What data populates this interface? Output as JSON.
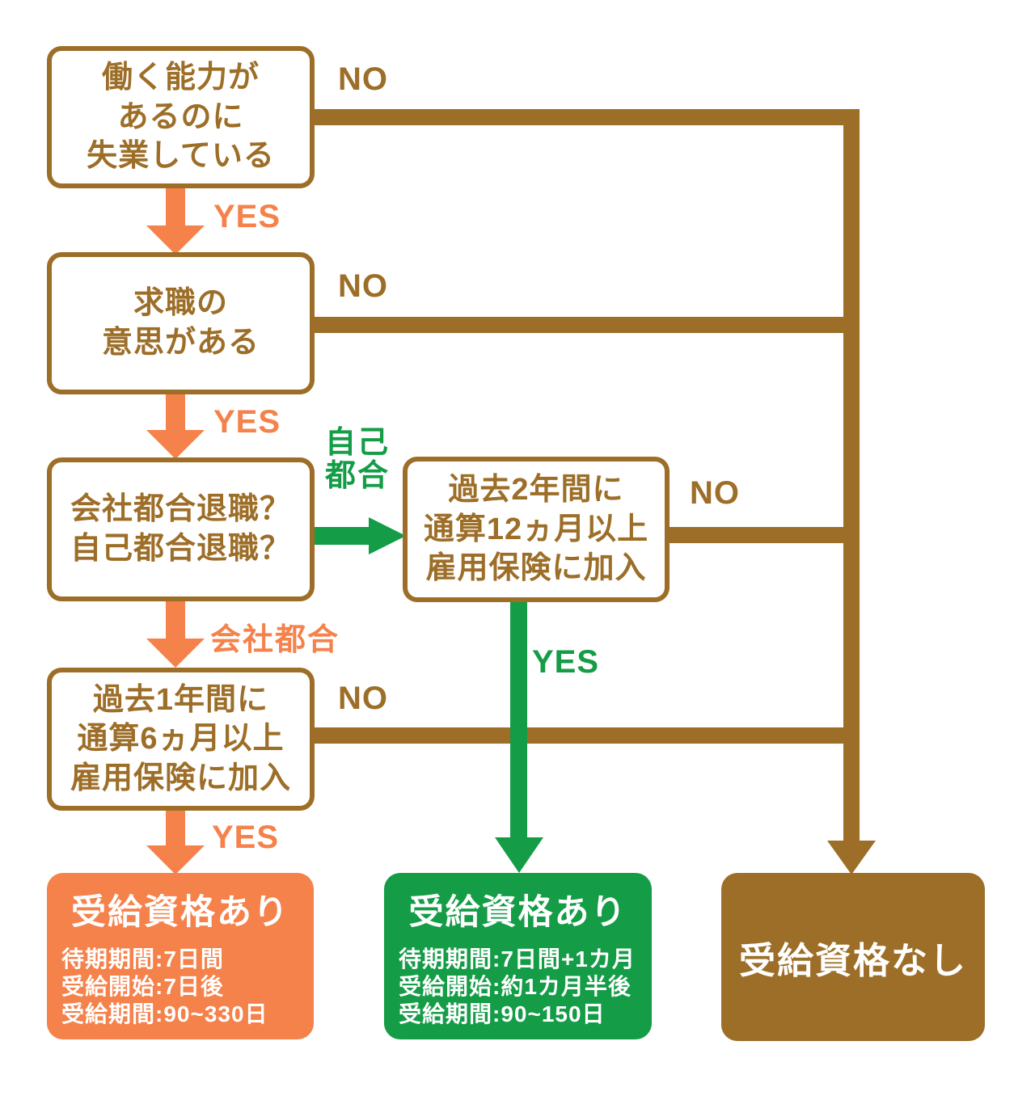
{
  "flowchart": {
    "colors": {
      "brown": "#9D6E28",
      "orange": "#F5814B",
      "green": "#149C47",
      "result_text": "#FFFFFF"
    },
    "nodes": {
      "ability": {
        "lines": [
          "働く能力が",
          "あるのに",
          "失業している"
        ]
      },
      "intent": {
        "lines": [
          "求職の",
          "意思がある"
        ]
      },
      "reason": {
        "lines": [
          "会社都合退職？",
          "自己都合退職？"
        ]
      },
      "ins12": {
        "lines": [
          "過去2年間に",
          "通算12ヵ月以上",
          "雇用保険に加入"
        ]
      },
      "ins6": {
        "lines": [
          "過去1年間に",
          "通算6ヵ月以上",
          "雇用保険に加入"
        ]
      },
      "eligible_company": {
        "title": "受給資格あり",
        "details": [
          "待期期間:7日間",
          "受給開始:7日後",
          "受給期間:90~330日"
        ]
      },
      "eligible_self": {
        "title": "受給資格あり",
        "details": [
          "待期期間:7日間+1カ月",
          "受給開始:約1カ月半後",
          "受給期間:90~150日"
        ]
      },
      "not_eligible": {
        "title": "受給資格なし"
      }
    },
    "labels": {
      "no": "NO",
      "yes": "YES",
      "self_reason_line1": "自己",
      "self_reason_line2": "都合",
      "company_reason": "会社都合"
    }
  }
}
